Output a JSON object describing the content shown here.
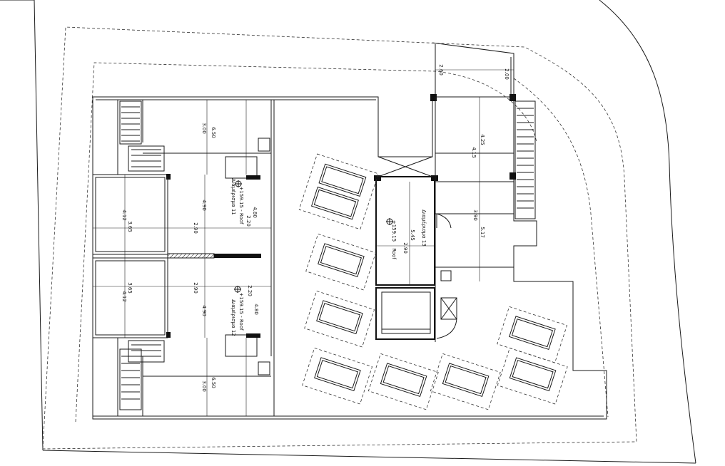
{
  "plan": {
    "dims": {
      "d_650_top": "6.50",
      "d_300_top": "3.00",
      "d_490_top": "4.90",
      "d_480_top": "4.80",
      "d_220_top": "2.20",
      "d_412_top": "4.12",
      "d_365_top": "3.65",
      "d_290_top": "2.90",
      "d_290_bot": "2.90",
      "d_365_bot": "3.65",
      "d_412_bot": "4.12",
      "d_490_bot": "4.90",
      "d_480_bot": "4.80",
      "d_220_bot": "2.20",
      "d_650_bot": "6.50",
      "d_300_bot": "3.00",
      "d_545": "5.45",
      "d_290_c": "2.90",
      "d_260": "2.60",
      "d_200": "2.00",
      "d_425": "4.25",
      "d_415": "4.15",
      "d_390": "3.90",
      "d_517": "5.17"
    },
    "labels": {
      "roof_11_level": "+159.15 - Roof",
      "roof_11_name": "Διαμέρισμα 11",
      "roof_12_level": "+159.15 - Roof",
      "roof_12_name": "Διαμέρισμα 12",
      "roof_13_level": "+159.15",
      "roof_13_roof": "Roof",
      "roof_13_name": "Διαμέρισμα 13"
    }
  }
}
